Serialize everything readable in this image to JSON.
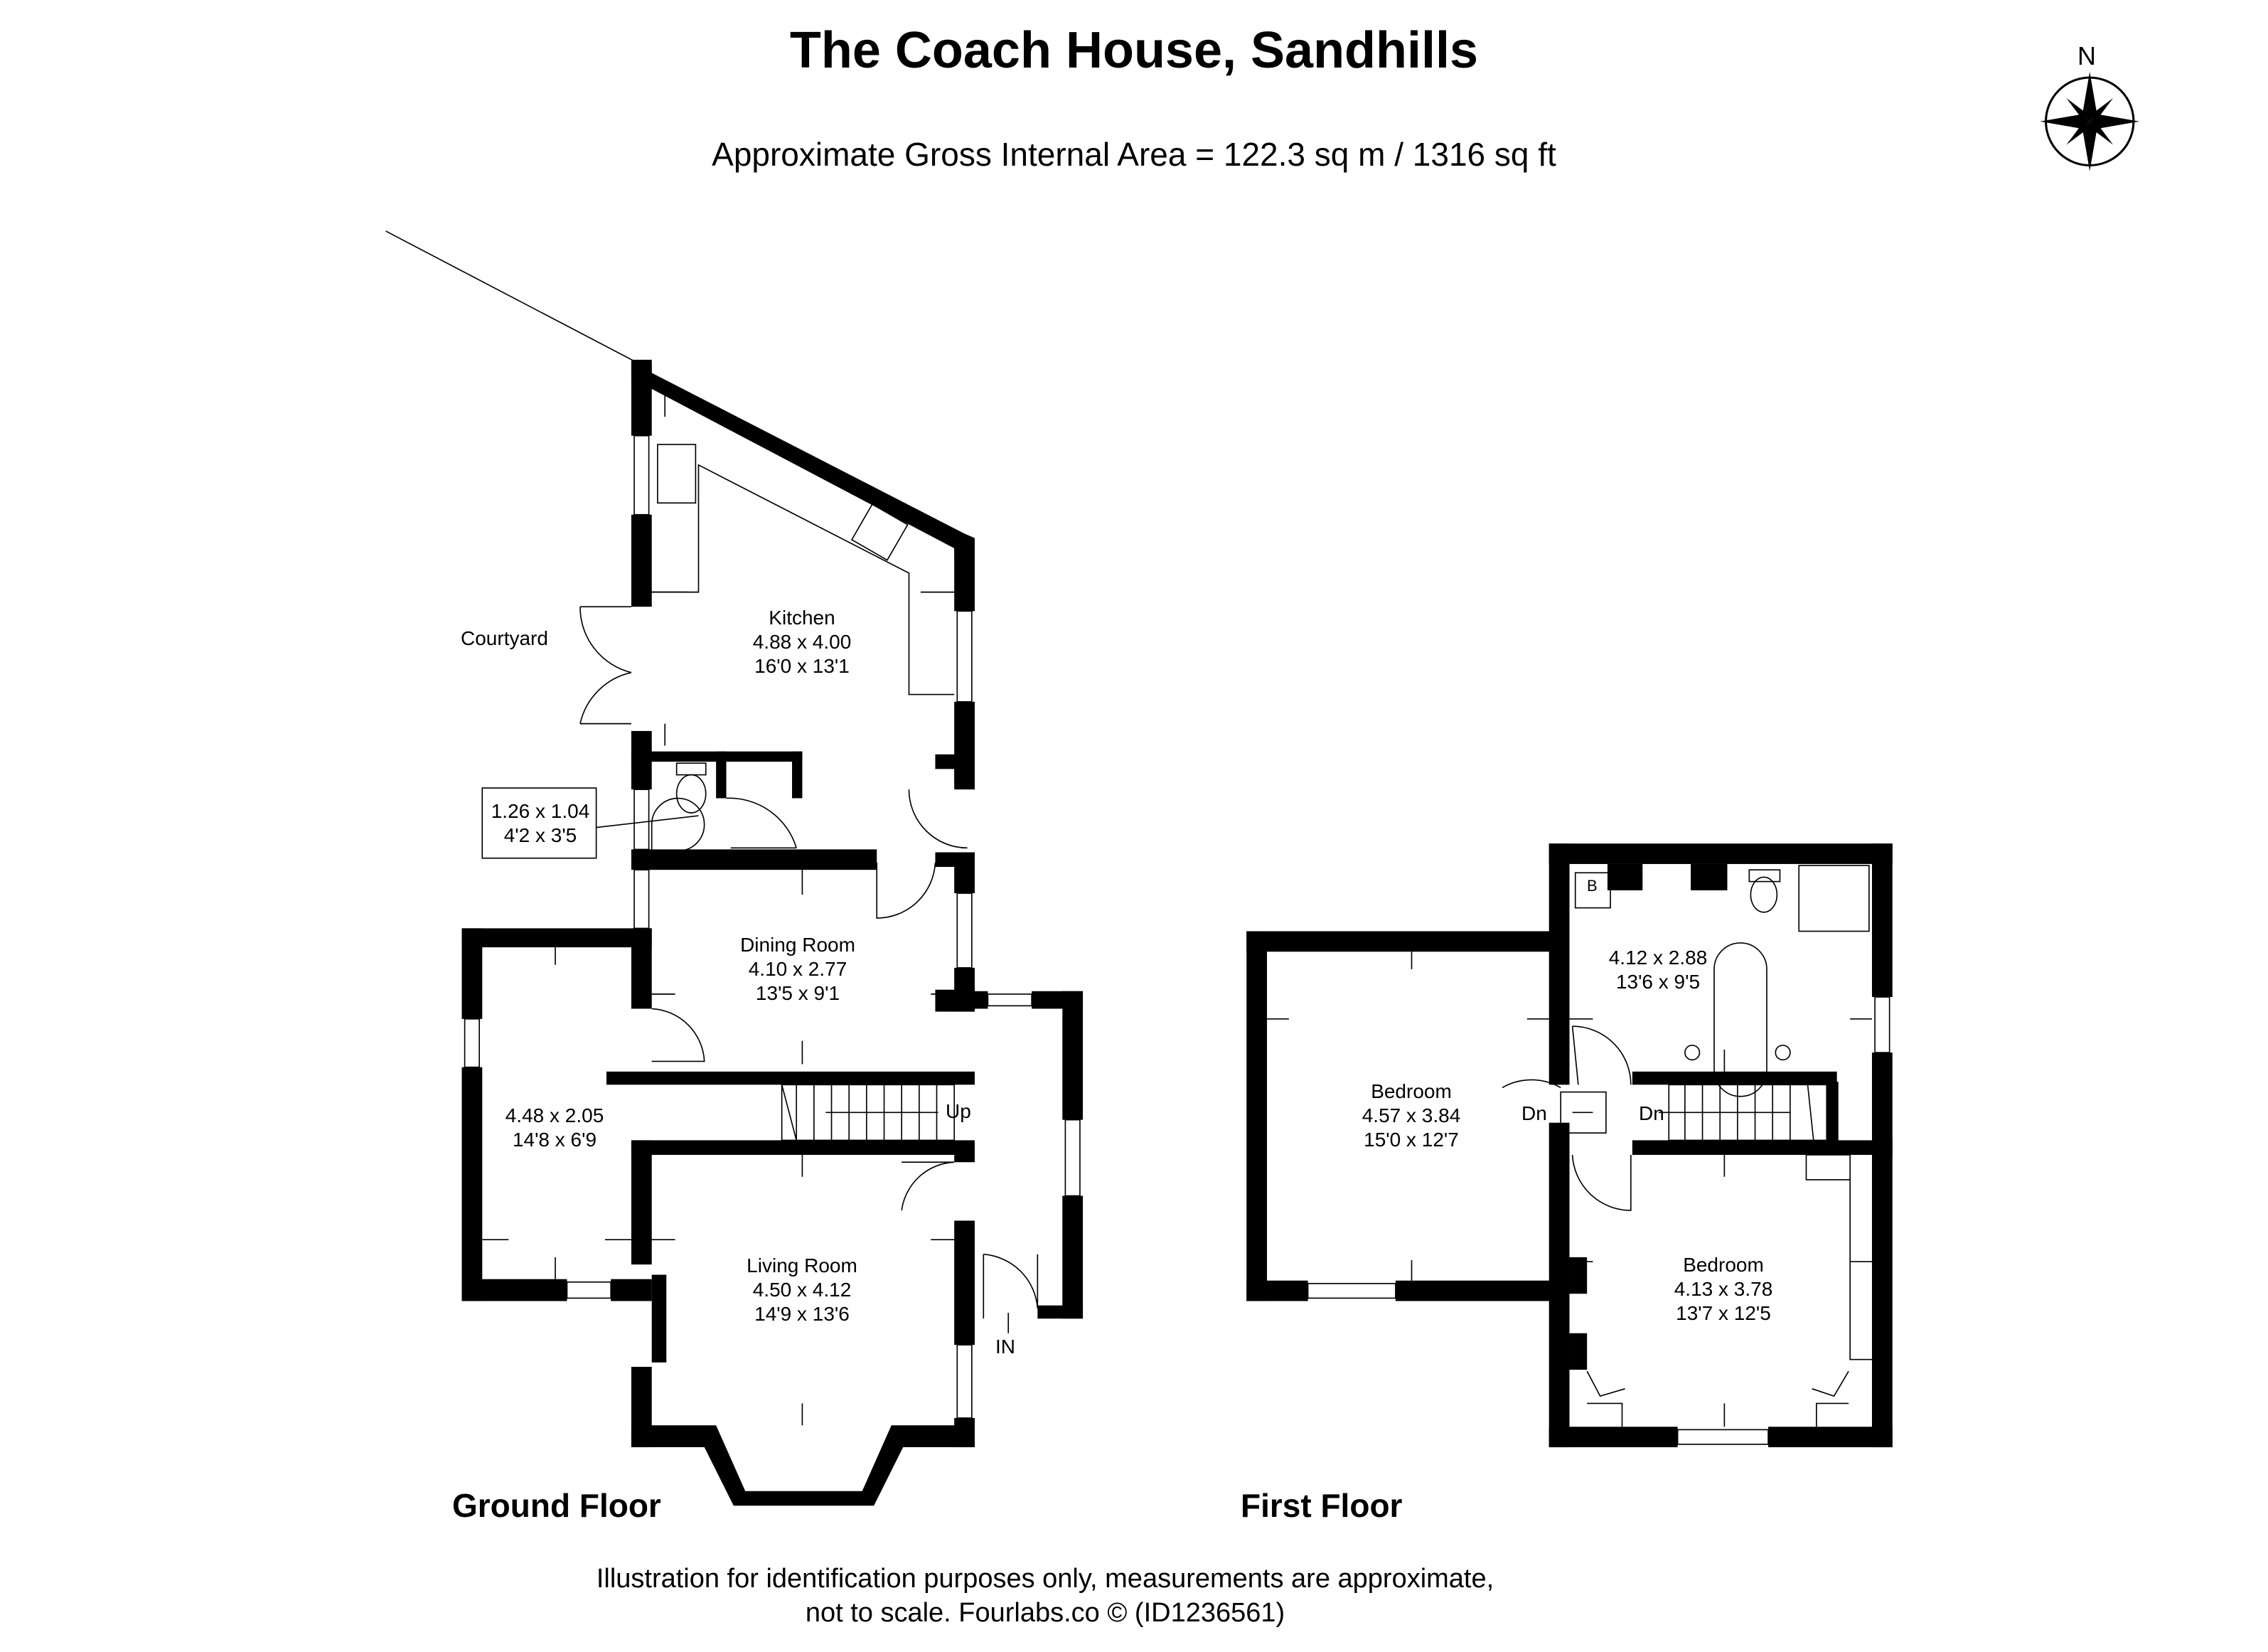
{
  "title": "The Coach House, Sandhills",
  "subtitle": "Approximate Gross Internal Area = 122.3 sq m / 1316 sq ft",
  "compass": {
    "label": "N",
    "icon": "compass-rose-icon"
  },
  "ground_floor": {
    "label": "Ground Floor",
    "courtyard": "Courtyard",
    "entrance": "IN",
    "stairs": "Up",
    "rooms": [
      {
        "name": "Kitchen",
        "metric": "4.88 x 4.00",
        "imperial": "16'0 x 13'1"
      },
      {
        "name": "",
        "metric": "1.26 x 1.04",
        "imperial": "4'2 x 3'5"
      },
      {
        "name": "Dining Room",
        "metric": "4.10 x 2.77",
        "imperial": "13'5 x 9'1"
      },
      {
        "name": "",
        "metric": "4.48 x 2.05",
        "imperial": "14'8 x 6'9"
      },
      {
        "name": "Living Room",
        "metric": "4.50 x 4.12",
        "imperial": "14'9 x 13'6"
      }
    ]
  },
  "first_floor": {
    "label": "First Floor",
    "stairs": [
      "Dn",
      "Dn"
    ],
    "boiler": "B",
    "rooms": [
      {
        "name": "",
        "metric": "4.12 x 2.88",
        "imperial": "13'6 x 9'5"
      },
      {
        "name": "Bedroom",
        "metric": "4.57 x 3.84",
        "imperial": "15'0 x 12'7"
      },
      {
        "name": "Bedroom",
        "metric": "4.13 x 3.78",
        "imperial": "13'7 x 12'5"
      }
    ]
  },
  "footer": {
    "line1": "Illustration for identification purposes only, measurements are approximate,",
    "line2": "not to scale. Fourlabs.co © (ID1236561)"
  }
}
